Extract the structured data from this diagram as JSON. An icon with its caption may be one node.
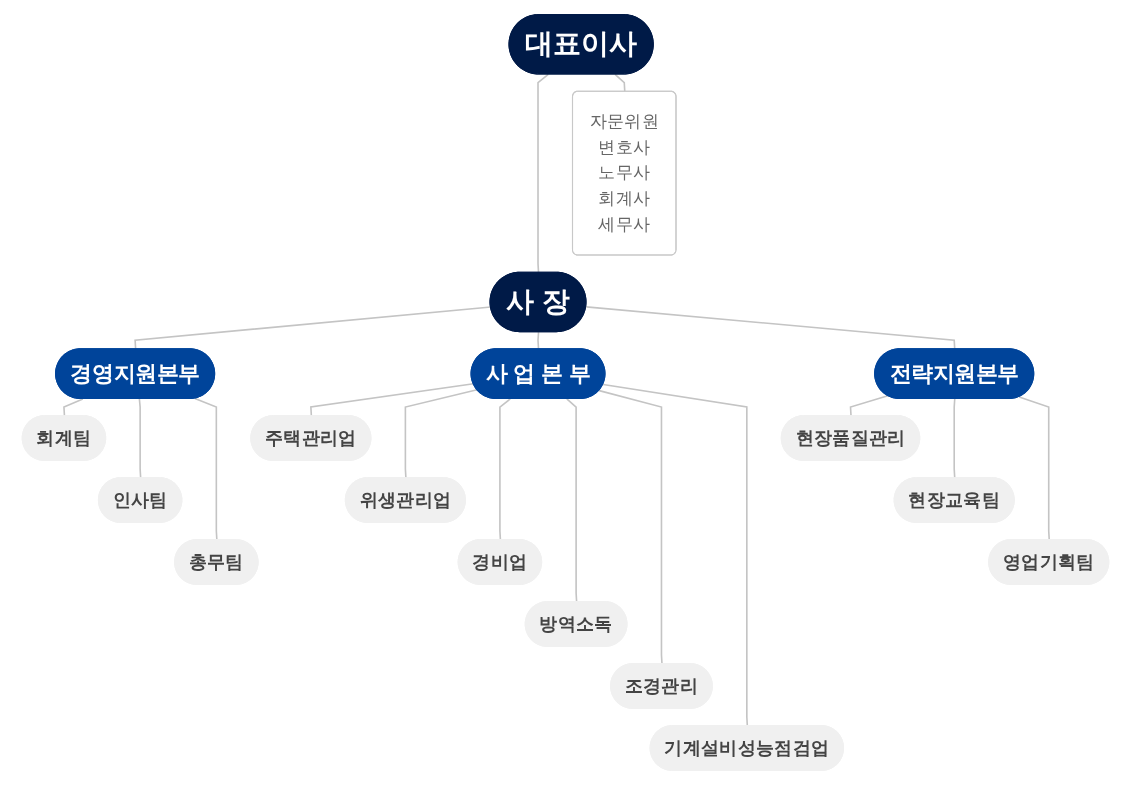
{
  "diagram": {
    "nodes": [
      {
        "text": [
          "대표이사"
        ]
      },
      {
        "text": [
          "자문위원",
          "변호사",
          "노무사",
          "회계사",
          "세무사"
        ]
      },
      {
        "text": [
          "사 장"
        ]
      },
      {
        "text": [
          "경영지원본부"
        ]
      },
      {
        "text": [
          "사 업 본 부"
        ]
      },
      {
        "text": [
          "전략지원본부"
        ]
      },
      {
        "text": [
          "회계팀"
        ]
      },
      {
        "text": [
          "인사팀"
        ]
      },
      {
        "text": [
          "총무팀"
        ]
      },
      {
        "text": [
          "주택관리업"
        ]
      },
      {
        "text": [
          "위생관리업"
        ]
      },
      {
        "text": [
          "경비업"
        ]
      },
      {
        "text": [
          "방역소독"
        ]
      },
      {
        "text": [
          "조경관리"
        ]
      },
      {
        "text": [
          "기계설비성능점검업"
        ]
      },
      {
        "text": [
          "현장품질관리"
        ]
      },
      {
        "text": [
          "현장교육팀"
        ]
      },
      {
        "text": [
          "영업기획팀"
        ]
      }
    ],
    "edges": [
      {
        "from": 0,
        "to": 2,
        "arrow": "none"
      },
      {
        "from": 0,
        "to": 1,
        "arrow": "none"
      },
      {
        "from": 2,
        "to": 3,
        "arrow": "none"
      },
      {
        "from": 2,
        "to": 4,
        "arrow": "none"
      },
      {
        "from": 2,
        "to": 5,
        "arrow": "none"
      },
      {
        "from": 3,
        "to": 6,
        "arrow": "none"
      },
      {
        "from": 3,
        "to": 7,
        "arrow": "none"
      },
      {
        "from": 3,
        "to": 8,
        "arrow": "none"
      },
      {
        "from": 4,
        "to": 9,
        "arrow": "none"
      },
      {
        "from": 4,
        "to": 10,
        "arrow": "none"
      },
      {
        "from": 4,
        "to": 11,
        "arrow": "none"
      },
      {
        "from": 4,
        "to": 12,
        "arrow": "none"
      },
      {
        "from": 4,
        "to": 13,
        "arrow": "none"
      },
      {
        "from": 4,
        "to": 14,
        "arrow": "none"
      },
      {
        "from": 5,
        "to": 15,
        "arrow": "none"
      },
      {
        "from": 5,
        "to": 16,
        "arrow": "none"
      },
      {
        "from": 5,
        "to": 17,
        "arrow": "none"
      }
    ]
  }
}
